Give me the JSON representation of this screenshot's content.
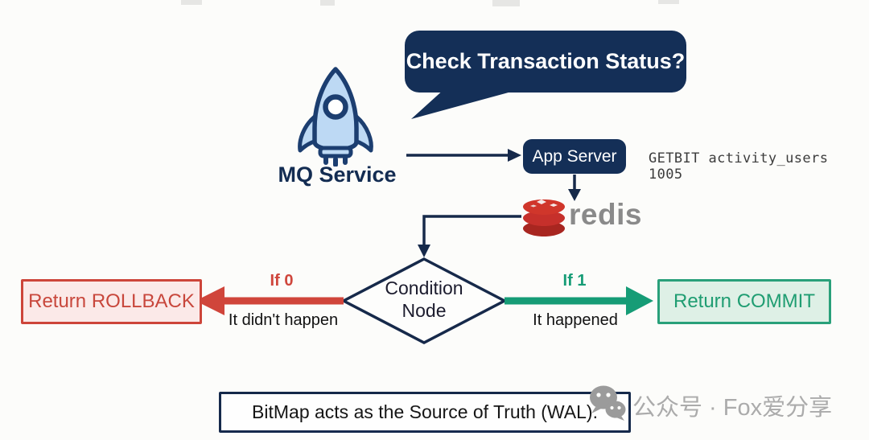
{
  "speech_bubble": {
    "text": "Check Transaction Status?"
  },
  "mq_service": {
    "label": "MQ Service"
  },
  "app_server": {
    "label": "App Server"
  },
  "command": {
    "text": "GETBIT activity_users 1005"
  },
  "redis": {
    "wordmark": "redis"
  },
  "condition_node": {
    "line1": "Condition",
    "line2": "Node"
  },
  "rollback_branch": {
    "condition": "If 0",
    "meaning": "It didn't happen",
    "result": "Return ROLLBACK"
  },
  "commit_branch": {
    "condition": "If 1",
    "meaning": "It happened",
    "result": "Return COMMIT"
  },
  "footnote": {
    "text": "BitMap acts as the Source of Truth (WAL)."
  },
  "watermark": {
    "text": "公众号 · Fox爱分享"
  },
  "colors": {
    "navy": "#142f57",
    "line_navy": "#16294a",
    "red": "#d0453b",
    "red_box_fill": "#fbe9e8",
    "green": "#169c76",
    "green_box_fill": "#def0e6",
    "redis_red": "#c6302b",
    "rocket_fill": "#bdd9f4",
    "gray_wordmark": "#8a8a8a",
    "watermark_gray": "#ababab"
  }
}
